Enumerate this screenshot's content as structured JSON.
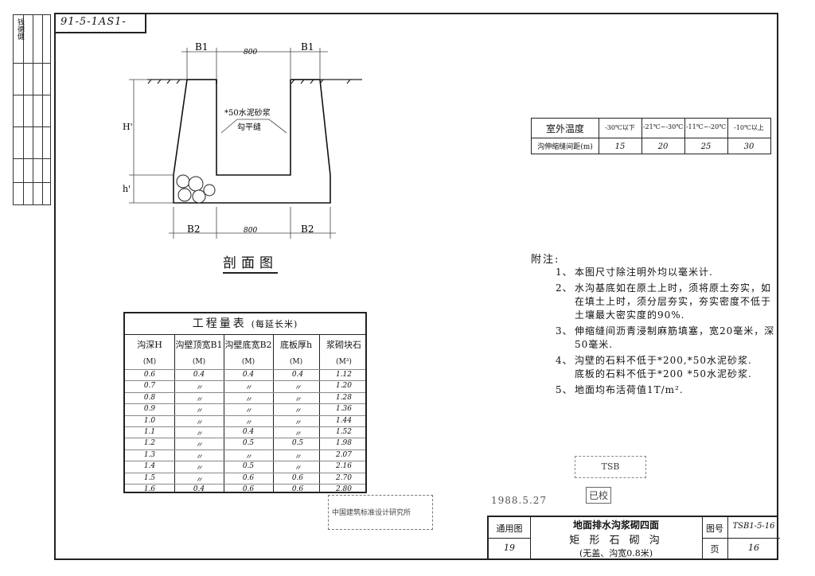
{
  "drawing_no_top": "91-5-1AS1-",
  "sidebar_signature": "钱德健",
  "section_drawing": {
    "dim_B1_left": "B1",
    "dim_B1_right": "B1",
    "dim_top_width": "800",
    "dim_bottom_width": "800",
    "dim_B2_left": "B2",
    "dim_B2_right": "B2",
    "label_H": "H'",
    "label_h": "h'",
    "mortar_label": "*50水泥砂浆",
    "mortar_label2": "勾平缝"
  },
  "caption": "剖面图",
  "temperature_table": {
    "row1_label": "室外温度",
    "row2_label": "沟伸缩缝间距(m)",
    "columns": [
      "-30℃以下",
      "-21℃~-30℃",
      "-11℃~-20℃",
      "-10℃以上"
    ],
    "values": [
      "15",
      "20",
      "25",
      "30"
    ]
  },
  "quantity_table": {
    "title": "工程量表",
    "unit_note": "(每延长米)",
    "headers": [
      "沟深H",
      "沟壁顶宽B1",
      "沟壁底宽B2",
      "底板厚h",
      "浆砌块石"
    ],
    "units": [
      "(M)",
      "(M)",
      "(M)",
      "(M)",
      "(M³)"
    ],
    "rows": [
      [
        "0.6",
        "0.4",
        "0.4",
        "0.4",
        "1.12"
      ],
      [
        "0.7",
        "〃",
        "〃",
        "〃",
        "1.20"
      ],
      [
        "0.8",
        "〃",
        "〃",
        "〃",
        "1.28"
      ],
      [
        "0.9",
        "〃",
        "〃",
        "〃",
        "1.36"
      ],
      [
        "1.0",
        "〃",
        "〃",
        "〃",
        "1.44"
      ],
      [
        "1.1",
        "〃",
        "0.4",
        "〃",
        "1.52"
      ],
      [
        "1.2",
        "〃",
        "0.5",
        "0.5",
        "1.98"
      ],
      [
        "1.3",
        "〃",
        "〃",
        "〃",
        "2.07"
      ],
      [
        "1.4",
        "〃",
        "0.5",
        "〃",
        "2.16"
      ],
      [
        "1.5",
        "〃",
        "0.6",
        "0.6",
        "2.70"
      ],
      [
        "1.6",
        "0.4",
        "0.6",
        "0.6",
        "2.80"
      ]
    ]
  },
  "notes": {
    "title": "附注:",
    "items": [
      {
        "num": "1、",
        "lines": [
          "本图尺寸除注明外均以毫米计."
        ]
      },
      {
        "num": "2、",
        "lines": [
          "水沟基底如在原土上时，须将原土夯实，如",
          "在填土上时，须分层夯实，夯实密度不低于",
          "土壤最大密实度的90%."
        ]
      },
      {
        "num": "3、",
        "lines": [
          "伸缩缝间沥青浸制麻筋填塞，宽20毫米，深",
          "50毫米."
        ]
      },
      {
        "num": "4、",
        "lines": [
          "沟壁的石料不低于*200,*50水泥砂浆.",
          "底板的石料不低于*200 *50水泥砂浆."
        ]
      },
      {
        "num": "5、",
        "lines": [
          "地面均布活荷值1T/m²."
        ]
      }
    ]
  },
  "title_block": {
    "general_drawing_label": "通用图",
    "general_drawing_no": "19",
    "title_line1": "地面排水沟浆砌四面",
    "title_line2": "矩 形 石 砌 沟",
    "title_line3": "(无盖、沟宽0.8米)",
    "sheet_label": "图号",
    "sheet_no": "TSB1-5-16",
    "page_label": "页",
    "page_no": "16"
  },
  "stamps": {
    "date_stamp": "1988.5.27",
    "left_stamp": "中国建筑标准设计研究所",
    "mid_stamp": "TSB",
    "right_stamp": "已校"
  }
}
